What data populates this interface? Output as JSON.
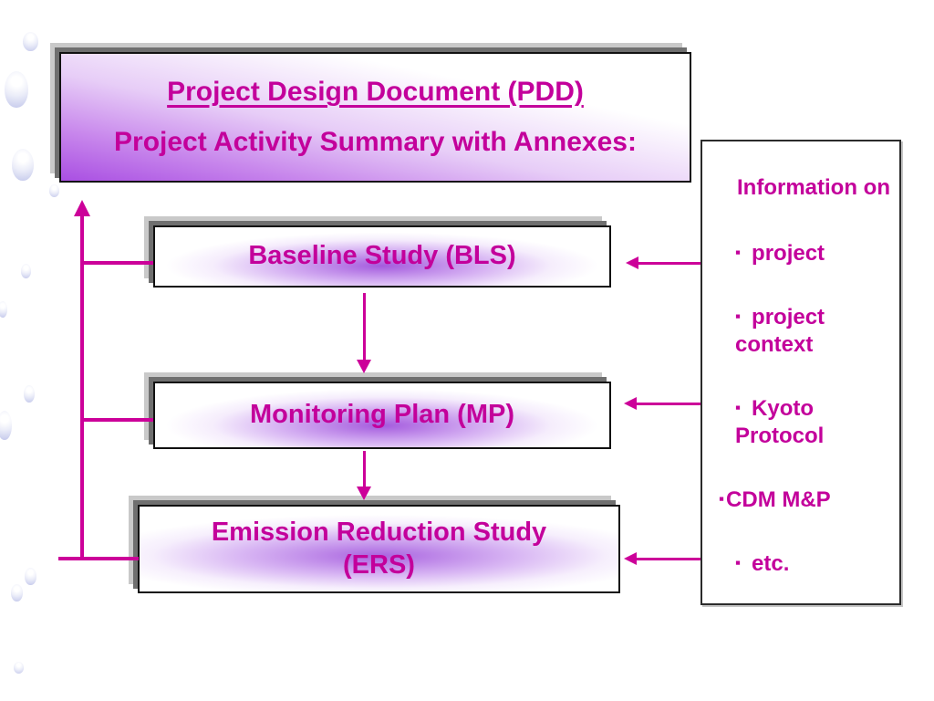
{
  "slide_title": {
    "line1": "Project Design Document (PDD)",
    "line2": "Project Activity Summary with Annexes:"
  },
  "flow_boxes": [
    {
      "label": "Baseline Study (BLS)"
    },
    {
      "label": "Monitoring Plan (MP)"
    },
    {
      "label": "Emission Reduction Study (ERS)"
    }
  ],
  "info_panel": {
    "heading": "Information on",
    "bullet_glyph": "▪",
    "items": [
      "project",
      "project context",
      "Kyoto Protocol",
      "CDM M&P",
      "etc."
    ]
  },
  "colors": {
    "accent_magenta": "#cc0099",
    "text_magenta": "#c3009b",
    "box_border": "#111111",
    "shadow_dark": "#6f6f6f",
    "shadow_light": "#c9c9c9",
    "glow_purple": "#a052e2",
    "droplet_blue": "#ccd0ee"
  }
}
